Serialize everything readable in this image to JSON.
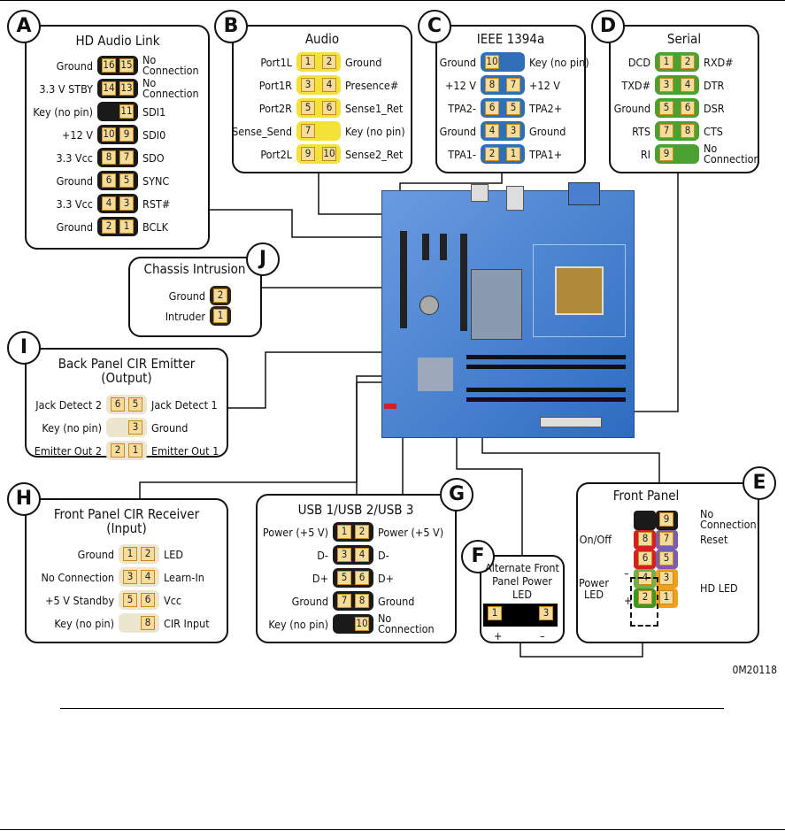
{
  "figure_code": "0M20118",
  "connectors": [
    {
      "id": "A",
      "title": "HD Audio Link",
      "color": "#1a1a1a",
      "rows": [
        {
          "l": "Ground",
          "p": [
            "16",
            "15"
          ],
          "r": "No Connection"
        },
        {
          "l": "3.3 V STBY",
          "p": [
            "14",
            "13"
          ],
          "r": "No Connection"
        },
        {
          "l": "Key (no pin)",
          "p": [
            null,
            "11"
          ],
          "r": "SDI1"
        },
        {
          "l": "+12 V",
          "p": [
            "10",
            "9"
          ],
          "r": "SDI0"
        },
        {
          "l": "3.3 Vcc",
          "p": [
            "8",
            "7"
          ],
          "r": "SDO"
        },
        {
          "l": "Ground",
          "p": [
            "6",
            "5"
          ],
          "r": "SYNC"
        },
        {
          "l": "3.3 Vcc",
          "p": [
            "4",
            "3"
          ],
          "r": "RST#"
        },
        {
          "l": "Ground",
          "p": [
            "2",
            "1"
          ],
          "r": "BCLK"
        }
      ]
    },
    {
      "id": "B",
      "title": "Audio",
      "color": "#f2e23a",
      "rows": [
        {
          "l": "Port1L",
          "p": [
            "1",
            "2"
          ],
          "r": "Ground"
        },
        {
          "l": "Port1R",
          "p": [
            "3",
            "4"
          ],
          "r": "Presence#"
        },
        {
          "l": "Port2R",
          "p": [
            "5",
            "6"
          ],
          "r": "Sense1_Ret"
        },
        {
          "l": "Sense_Send",
          "p": [
            "7",
            null
          ],
          "r": "Key (no pin)"
        },
        {
          "l": "Port2L",
          "p": [
            "9",
            "10"
          ],
          "r": "Sense2_Ret"
        }
      ]
    },
    {
      "id": "C",
      "title": "IEEE 1394a",
      "color": "#2f6fb8",
      "rows": [
        {
          "l": "Ground",
          "p": [
            "10",
            null
          ],
          "r": "Key (no pin)"
        },
        {
          "l": "+12 V",
          "p": [
            "8",
            "7"
          ],
          "r": "+12 V"
        },
        {
          "l": "TPA2-",
          "p": [
            "6",
            "5"
          ],
          "r": "TPA2+"
        },
        {
          "l": "Ground",
          "p": [
            "4",
            "3"
          ],
          "r": "Ground"
        },
        {
          "l": "TPA1-",
          "p": [
            "2",
            "1"
          ],
          "r": "TPA1+"
        }
      ]
    },
    {
      "id": "D",
      "title": "Serial",
      "color": "#4aa030",
      "rows": [
        {
          "l": "DCD",
          "p": [
            "1",
            "2"
          ],
          "r": "RXD#"
        },
        {
          "l": "TXD#",
          "p": [
            "3",
            "4"
          ],
          "r": "DTR"
        },
        {
          "l": "Ground",
          "p": [
            "5",
            "6"
          ],
          "r": "DSR"
        },
        {
          "l": "RTS",
          "p": [
            "7",
            "8"
          ],
          "r": "CTS"
        },
        {
          "l": "RI",
          "p": [
            "9",
            null
          ],
          "r": "No Connection"
        }
      ]
    },
    {
      "id": "J",
      "title": "Chassis Intrusion",
      "color": "#2a2418",
      "rows": [
        {
          "l": "Ground",
          "p": [
            "2"
          ],
          "r": ""
        },
        {
          "l": "Intruder",
          "p": [
            "1"
          ],
          "r": ""
        }
      ]
    },
    {
      "id": "I",
      "title": "Back Panel CIR Emitter (Output)",
      "color": "#ece6cf",
      "rows": [
        {
          "l": "Jack Detect 2",
          "p": [
            "6",
            "5"
          ],
          "r": "Jack Detect 1"
        },
        {
          "l": "Key (no pin)",
          "p": [
            null,
            "3"
          ],
          "r": "Ground"
        },
        {
          "l": "Emitter Out 2",
          "p": [
            "2",
            "1"
          ],
          "r": "Emitter Out 1"
        }
      ]
    },
    {
      "id": "H",
      "title": "Front Panel CIR Receiver (Input)",
      "color": "#ece6cf",
      "rows": [
        {
          "l": "Ground",
          "p": [
            "1",
            "2"
          ],
          "r": "LED"
        },
        {
          "l": "No Connection",
          "p": [
            "3",
            "4"
          ],
          "r": "Learn-In"
        },
        {
          "l": "+5 V Standby",
          "p": [
            "5",
            "6"
          ],
          "r": "Vcc"
        },
        {
          "l": "Key (no pin)",
          "p": [
            null,
            "8"
          ],
          "r": "CIR Input"
        }
      ]
    },
    {
      "id": "G",
      "title": "USB 1/USB 2/USB 3",
      "color": "#1a1a1a",
      "rows": [
        {
          "l": "Power (+5 V)",
          "p": [
            "1",
            "2"
          ],
          "r": "Power (+5 V)"
        },
        {
          "l": "D-",
          "p": [
            "3",
            "4"
          ],
          "r": "D-"
        },
        {
          "l": "D+",
          "p": [
            "5",
            "6"
          ],
          "r": "D+"
        },
        {
          "l": "Ground",
          "p": [
            "7",
            "8"
          ],
          "r": "Ground"
        },
        {
          "l": "Key (no pin)",
          "p": [
            null,
            "10"
          ],
          "r": "No Connection"
        }
      ]
    },
    {
      "id": "F",
      "title": "Alternate Front Panel Power LED",
      "color": "#000000",
      "rows": [
        {
          "l": "",
          "p": [
            "1",
            "3"
          ],
          "r": ""
        }
      ],
      "plus": "+",
      "minus": "–"
    },
    {
      "id": "E",
      "title": "Front Panel",
      "color": "#1a1a1a",
      "rows": [
        {
          "l": "",
          "p": [
            null,
            "9"
          ],
          "r": "No Connection",
          "colors": [
            "#1a1a1a",
            "#1a1a1a"
          ]
        },
        {
          "l": "On/Off",
          "p": [
            "8",
            "7"
          ],
          "r": "Reset",
          "colors": [
            "#d42020",
            "#7a5cb0"
          ]
        },
        {
          "l": "",
          "p": [
            "6",
            "5"
          ],
          "r": "",
          "colors": [
            "#d42020",
            "#7a5cb0"
          ]
        },
        {
          "l": "Power LED",
          "p": [
            "4",
            "3"
          ],
          "r": "HD LED",
          "colors": [
            "#6fb04a",
            "#f0a020"
          ]
        },
        {
          "l": "",
          "p": [
            "2",
            "1"
          ],
          "r": "",
          "colors": [
            "#3a9a20",
            "#f0a020"
          ]
        }
      ],
      "minus": "–",
      "plus": "+"
    }
  ]
}
